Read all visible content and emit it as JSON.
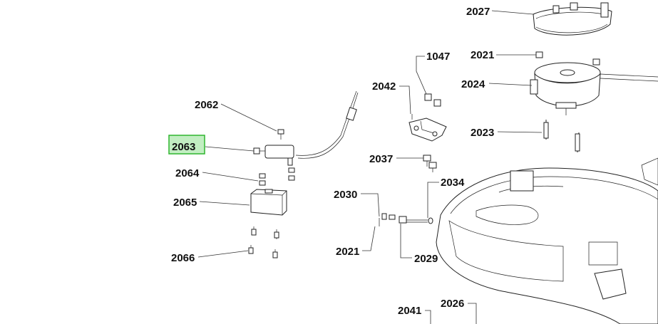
{
  "labels": {
    "p2027": "2027",
    "p2021a": "2021",
    "p1047": "1047",
    "p2042": "2042",
    "p2024": "2024",
    "p2062": "2062",
    "p2063": "2063",
    "p2023": "2023",
    "p2064": "2064",
    "p2037": "2037",
    "p2034": "2034",
    "p2030": "2030",
    "p2065": "2065",
    "p2021b": "2021",
    "p2066": "2066",
    "p2029": "2029",
    "p2026": "2026",
    "p2041": "2041"
  },
  "highlight": {
    "label": "2063",
    "color": "#2fb52f"
  }
}
